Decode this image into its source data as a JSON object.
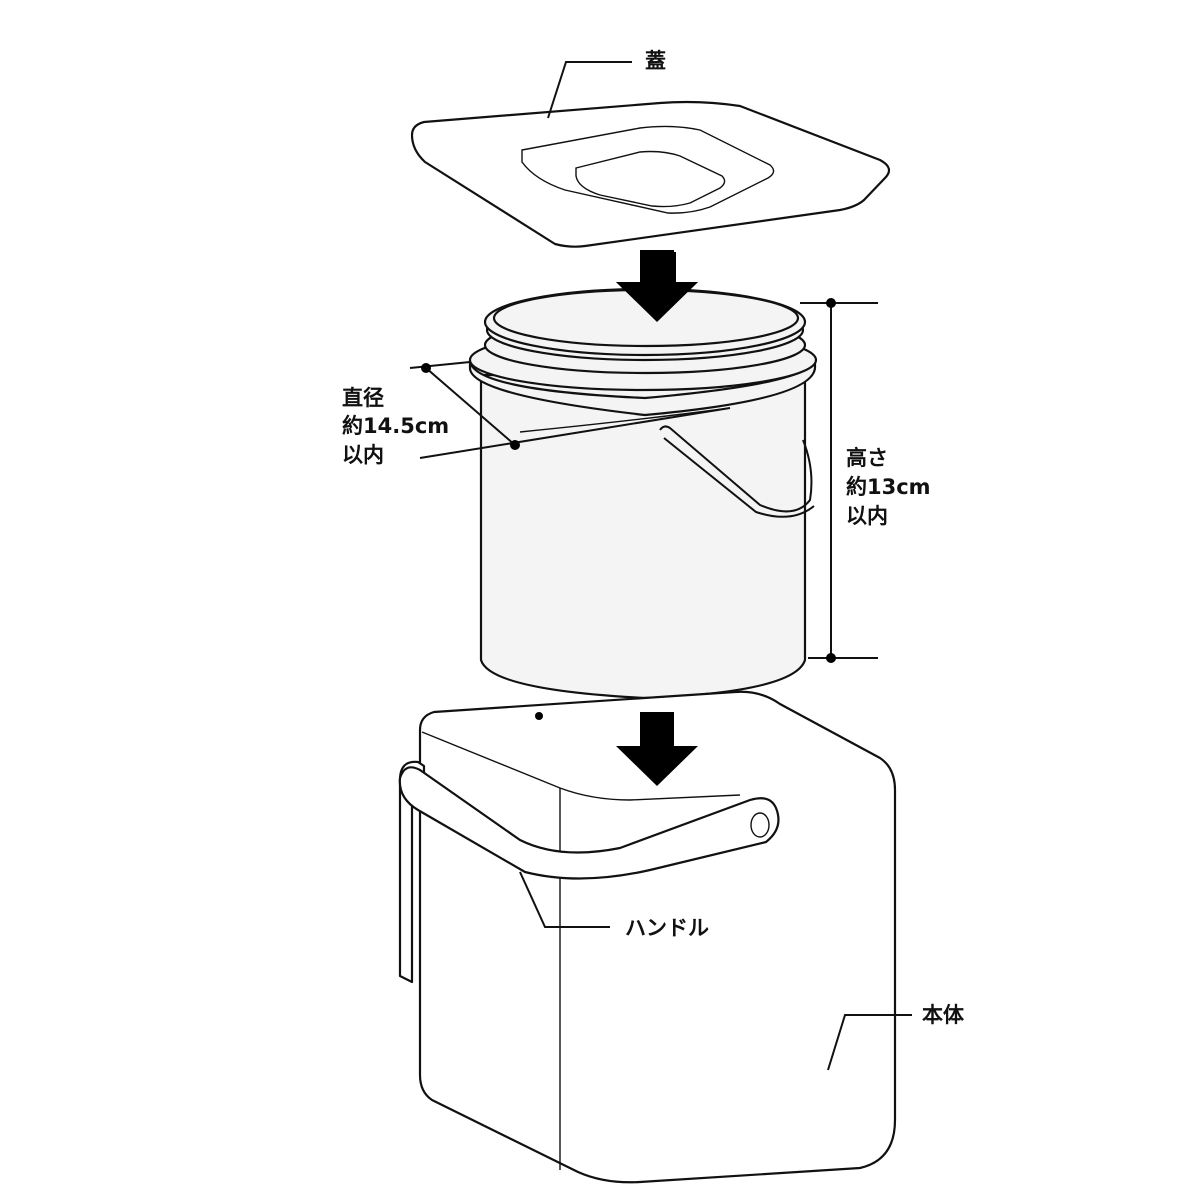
{
  "labels": {
    "lid": "蓋",
    "diameter": [
      "直径",
      "約14.5cm",
      "以内"
    ],
    "height": [
      "高さ",
      "約13cm",
      "以内"
    ],
    "handle": "ハンドル",
    "body": "本体"
  }
}
